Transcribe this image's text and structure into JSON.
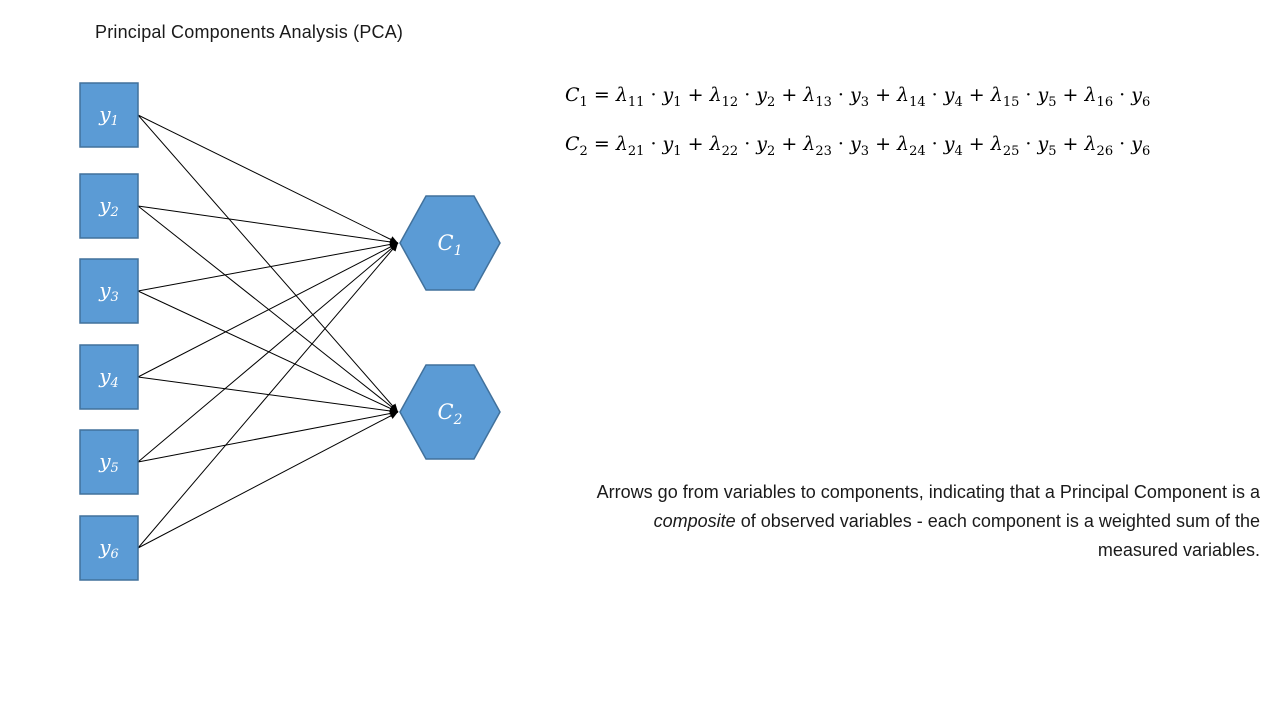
{
  "title": "Principal Components Analysis (PCA)",
  "diagram": {
    "variables": [
      {
        "name": "y",
        "sub": "1"
      },
      {
        "name": "y",
        "sub": "2"
      },
      {
        "name": "y",
        "sub": "3"
      },
      {
        "name": "y",
        "sub": "4"
      },
      {
        "name": "y",
        "sub": "5"
      },
      {
        "name": "y",
        "sub": "6"
      }
    ],
    "components": [
      {
        "name": "C",
        "sub": "1"
      },
      {
        "name": "C",
        "sub": "2"
      }
    ],
    "style": {
      "node_fill": "#5B9BD5",
      "node_border": "#41719C",
      "line_color": "#000000",
      "label_color": "#FFFFFF"
    }
  },
  "operators": {
    "equals": " = ",
    "plus": " + ",
    "dot": " · "
  },
  "equations": [
    {
      "lhs": "C",
      "lhs_sub": "1",
      "terms": [
        {
          "coef": "λ",
          "coef_sub": "11",
          "var": "y",
          "var_sub": "1"
        },
        {
          "coef": "λ",
          "coef_sub": "12",
          "var": "y",
          "var_sub": "2"
        },
        {
          "coef": "λ",
          "coef_sub": "13",
          "var": "y",
          "var_sub": "3"
        },
        {
          "coef": "λ",
          "coef_sub": "14",
          "var": "y",
          "var_sub": "4"
        },
        {
          "coef": "λ",
          "coef_sub": "15",
          "var": "y",
          "var_sub": "5"
        },
        {
          "coef": "λ",
          "coef_sub": "16",
          "var": "y",
          "var_sub": "6"
        }
      ]
    },
    {
      "lhs": "C",
      "lhs_sub": "2",
      "terms": [
        {
          "coef": "λ",
          "coef_sub": "21",
          "var": "y",
          "var_sub": "1"
        },
        {
          "coef": "λ",
          "coef_sub": "22",
          "var": "y",
          "var_sub": "2"
        },
        {
          "coef": "λ",
          "coef_sub": "23",
          "var": "y",
          "var_sub": "3"
        },
        {
          "coef": "λ",
          "coef_sub": "24",
          "var": "y",
          "var_sub": "4"
        },
        {
          "coef": "λ",
          "coef_sub": "25",
          "var": "y",
          "var_sub": "5"
        },
        {
          "coef": "λ",
          "coef_sub": "26",
          "var": "y",
          "var_sub": "6"
        }
      ]
    }
  ],
  "note": {
    "before_italic": "Arrows go from variables to components, indicating that a Principal Component is a ",
    "italic_word": "composite",
    "after_italic": " of observed variables - each component is a weighted sum of the measured variables."
  }
}
